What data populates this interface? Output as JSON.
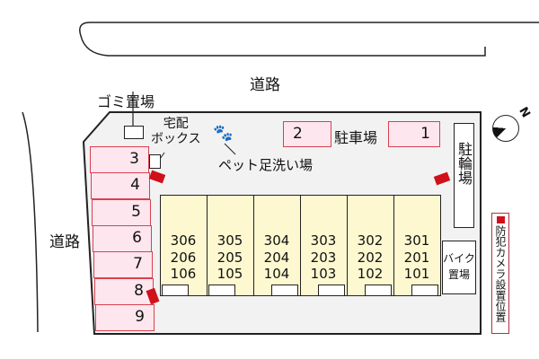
{
  "roads": {
    "top": "道路",
    "left": "道路"
  },
  "garbage": "ゴミ置場",
  "delivery_box": "宅配\nボックス",
  "pet_wash": "ペット足洗い場",
  "parking_label": "駐車場",
  "parking_top": [
    "2",
    "1"
  ],
  "parking_left": [
    "3",
    "4",
    "5",
    "6",
    "7",
    "8",
    "9"
  ],
  "bicycle": "駐輪場",
  "bike": [
    "バイク",
    "置場"
  ],
  "units": [
    [
      "306",
      "206",
      "106"
    ],
    [
      "305",
      "205",
      "105"
    ],
    [
      "304",
      "204",
      "104"
    ],
    [
      "303",
      "203",
      "103"
    ],
    [
      "302",
      "202",
      "102"
    ],
    [
      "301",
      "201",
      "101"
    ]
  ],
  "legend": "防犯カメラ設置位置",
  "compass": "N",
  "colors": {
    "parking_fill": "#fde6ee",
    "parking_border": "#d9404f",
    "unit_fill": "#fdf8d0",
    "camera": "#d0101a",
    "lot": "#f2f2f2"
  }
}
